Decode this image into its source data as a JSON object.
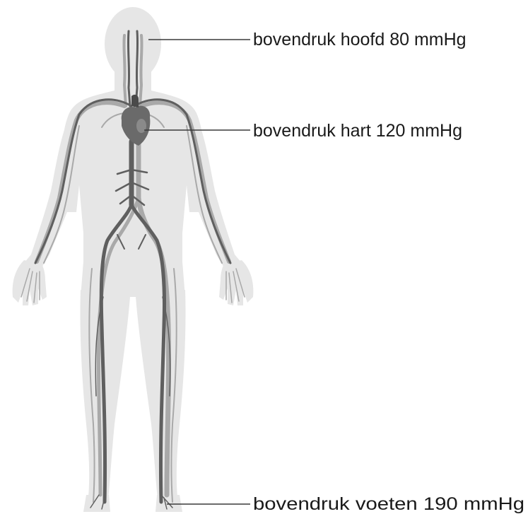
{
  "labels": {
    "head": "bovendruk hoofd 80 mmHg",
    "heart": "bovendruk hart 120 mmHg",
    "feet": "bovendruk voeten 190 mmHg"
  },
  "colors": {
    "silhouette": "#e6e6e6",
    "silhouette_edge": "#d6d6d6",
    "vessel_light": "#a9a9a9",
    "vessel_dark": "#5f5f5f",
    "heart": "#6a6a6a",
    "text": "#1a1a1a"
  }
}
